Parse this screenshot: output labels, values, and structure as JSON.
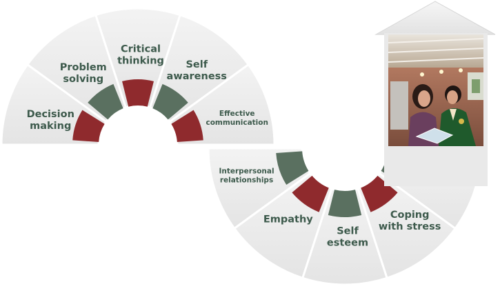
{
  "upper_arc": {
    "segments": [
      {
        "id": "decision-making",
        "lines": [
          "Decision",
          "making"
        ],
        "accent": "red"
      },
      {
        "id": "problem-solving",
        "lines": [
          "Problem",
          "solving"
        ],
        "accent": "green"
      },
      {
        "id": "critical-thinking",
        "lines": [
          "Critical",
          "thinking"
        ],
        "accent": "red"
      },
      {
        "id": "self-awareness",
        "lines": [
          "Self",
          "awareness"
        ],
        "accent": "green"
      },
      {
        "id": "effective-communication",
        "lines": [
          "Effective",
          "communication"
        ],
        "accent": "red"
      }
    ]
  },
  "lower_arc": {
    "segments": [
      {
        "id": "interpersonal-relationships",
        "lines": [
          "Interpersonal",
          "relationships"
        ],
        "accent": "green"
      },
      {
        "id": "empathy",
        "lines": [
          "Empathy"
        ],
        "accent": "red"
      },
      {
        "id": "self-esteem",
        "lines": [
          "Self",
          "esteem"
        ],
        "accent": "green"
      },
      {
        "id": "coping-with-stress",
        "lines": [
          "Coping",
          "with stress"
        ],
        "accent": "red"
      },
      {
        "id": "final-segment",
        "lines": [],
        "accent": "green"
      }
    ]
  },
  "photo": {
    "subject": "teacher and student looking at a book"
  },
  "colors": {
    "text": "#3d5a4c",
    "accent_red": "#8f2a2d",
    "accent_green": "#5a7060",
    "segment_fill": "#ececec",
    "segment_edge": "#ffffff"
  }
}
